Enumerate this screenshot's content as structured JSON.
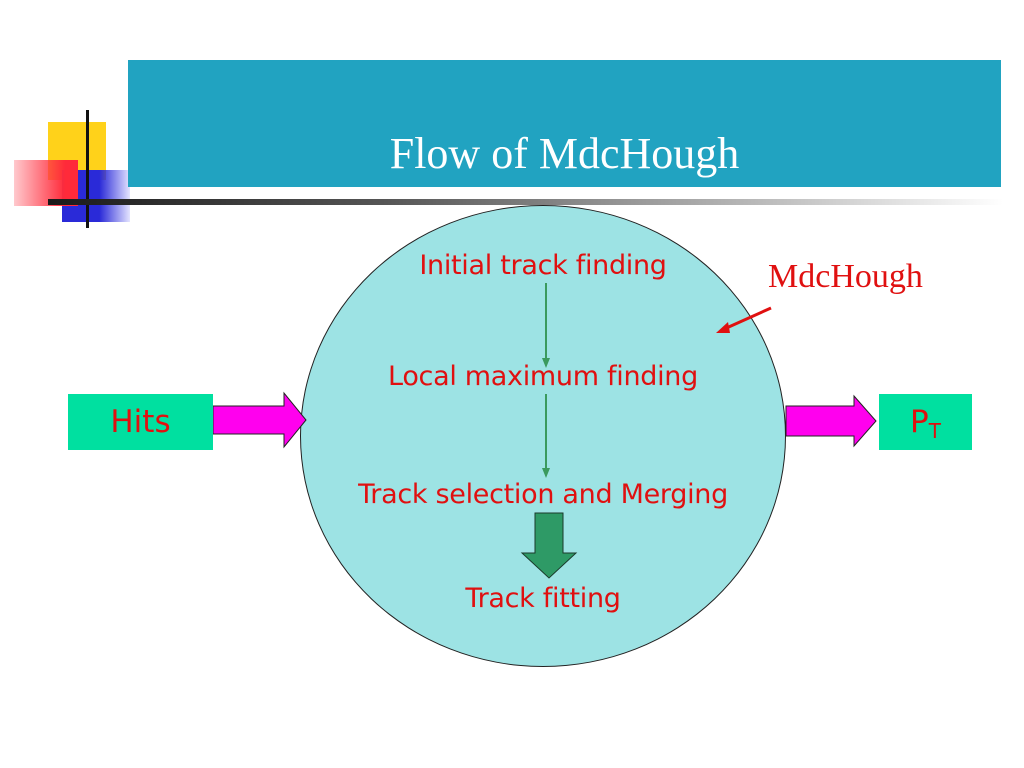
{
  "slide": {
    "title": "Flow of MdcHough"
  },
  "diagram": {
    "input_box": "Hits",
    "output_box_main": "P",
    "output_box_sub": "T",
    "module_label": "MdcHough",
    "steps": [
      "Initial track finding",
      "Local maximum finding",
      "Track selection and Merging",
      "Track fitting"
    ]
  },
  "colors": {
    "title_bar": "#21a3c1",
    "module_circle": "#9de3e4",
    "box_fill": "#00e0a0",
    "text_red": "#e01010",
    "io_arrow": "#ff00ee",
    "step_arrow": "#3a9a5e"
  }
}
